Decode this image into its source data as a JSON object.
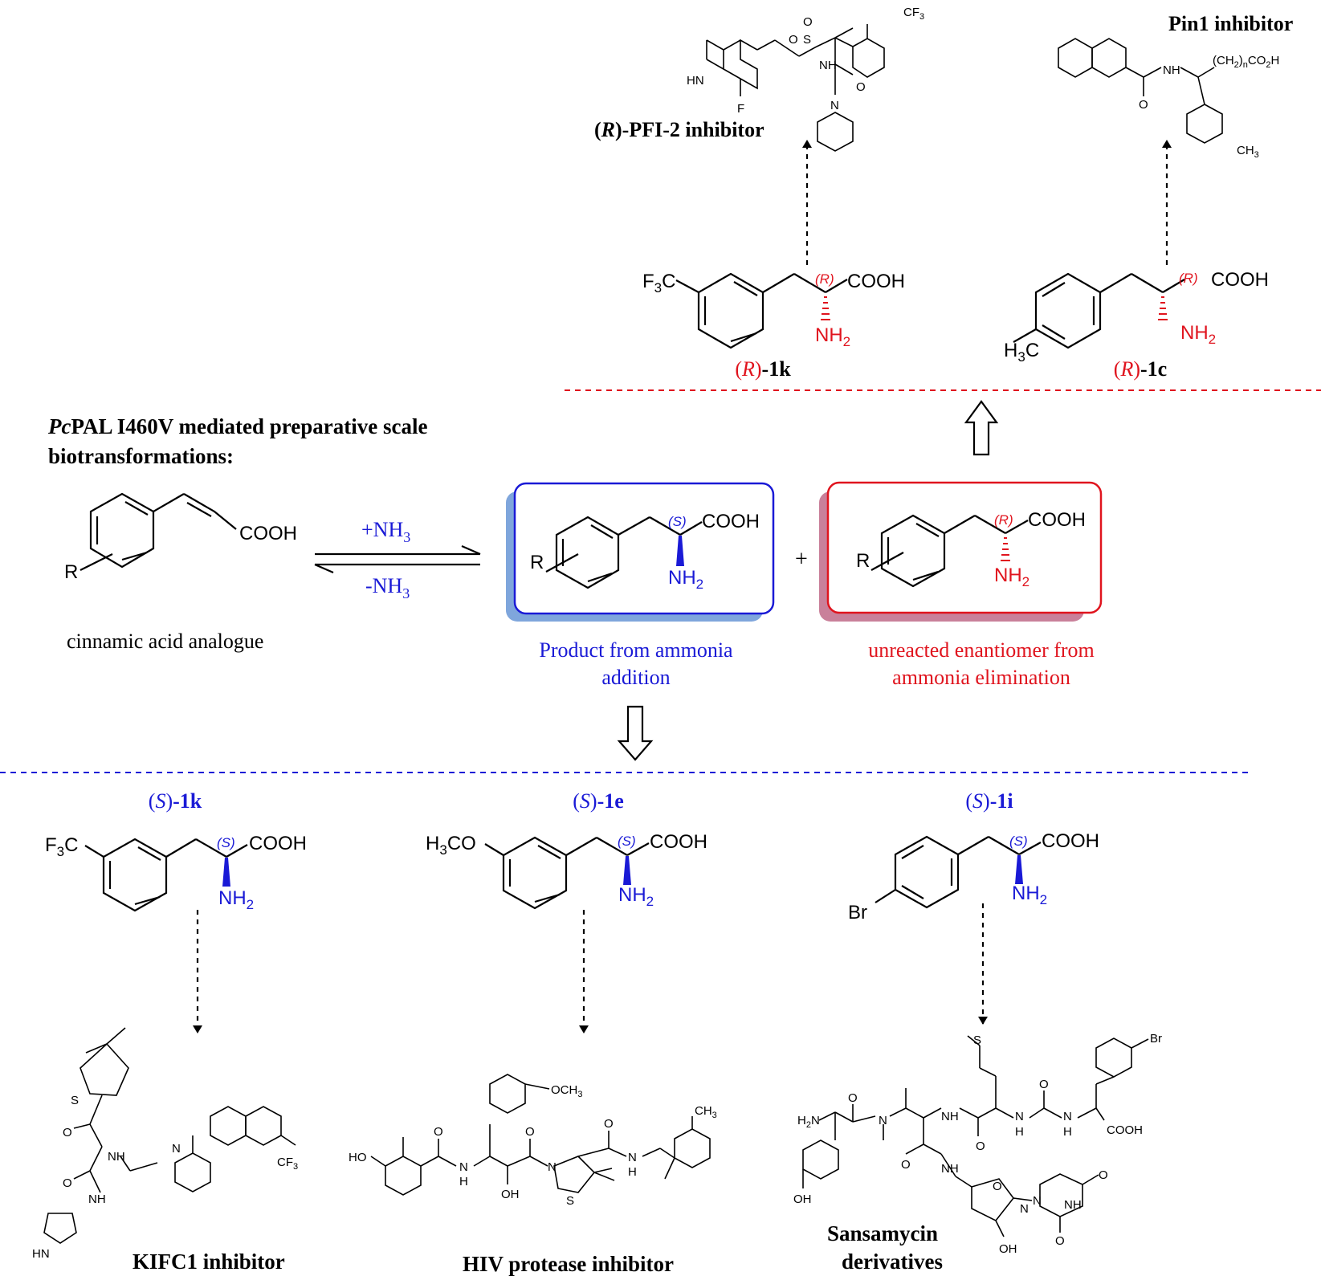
{
  "colors": {
    "blue": "#1a1ad6",
    "red": "#e0141e",
    "black": "#000000",
    "blue_shadow": "#7fa6dc",
    "red_shadow": "#c9809a"
  },
  "heading": {
    "prefix_italic": "Pc",
    "line1": "PAL I460V mediated preparative scale",
    "line2": "biotransformations:"
  },
  "equilibrium": {
    "forward_base": "+NH",
    "reverse_base": "-NH",
    "subscript": "3"
  },
  "substrate": {
    "acid_label": "COOH",
    "substituent": "R",
    "caption": "cinnamic acid analogue"
  },
  "s_product_box": {
    "stereo": "(S)",
    "acid": "COOH",
    "substituent": "R",
    "amine": "NH",
    "amine_sub": "2",
    "caption_line1": "Product from ammonia",
    "caption_line2": "addition"
  },
  "plus_sign": "+",
  "r_enantiomer_box": {
    "stereo": "(R)",
    "acid": "COOH",
    "substituent": "R",
    "amine": "NH",
    "amine_sub": "2",
    "caption_line1": "unreacted enantiomer from",
    "caption_line2": "ammonia elimination"
  },
  "r_products": [
    {
      "label_stereo": "R",
      "label_code": "-1k",
      "stereo": "(R)",
      "acid": "COOH",
      "substituent": "F",
      "substituent_sub": "3",
      "substituent_tail": "C",
      "amine": "NH",
      "amine_sub": "2",
      "target": "PFI-2 inhibitor",
      "target_stereo": "R"
    },
    {
      "label_stereo": "R",
      "label_code": "-1c",
      "stereo": "(R)",
      "acid": "COOH",
      "substituent": "H",
      "substituent_sub": "3",
      "substituent_tail": "C",
      "amine": "NH",
      "amine_sub": "2",
      "target": "Pin1 inhibitor"
    }
  ],
  "s_products": [
    {
      "label_stereo": "S",
      "label_code": "-1k",
      "stereo": "(S)",
      "acid": "COOH",
      "substituent": "F",
      "substituent_sub": "3",
      "substituent_tail": "C",
      "amine": "NH",
      "amine_sub": "2",
      "target": "KIFC1 inhibitor"
    },
    {
      "label_stereo": "S",
      "label_code": "-1e",
      "stereo": "(S)",
      "acid": "COOH",
      "substituent": "H",
      "substituent_sub": "3",
      "substituent_tail": "CO",
      "amine": "NH",
      "amine_sub": "2",
      "target": "HIV protease inhibitor"
    },
    {
      "label_stereo": "S",
      "label_code": "-1i",
      "stereo": "(S)",
      "acid": "COOH",
      "substituent": "Br",
      "amine": "NH",
      "amine_sub": "2",
      "target_line1": "Sansamycin",
      "target_line2": "derivatives"
    }
  ],
  "pfi2_atoms": {
    "o1": "O",
    "s": "S",
    "o2": "O",
    "nh": "NH",
    "hn": "HN",
    "f": "F",
    "o3": "O",
    "n": "N",
    "cf": "CF",
    "cf_sub": "3"
  },
  "pin1_atoms": {
    "nh": "NH",
    "o": "O",
    "chain": "(CH",
    "chain_sub": "2",
    "chain_n": "n",
    "co2h": "CO",
    "co2h_sub": "2",
    "co2h_tail": "H",
    "ch3": "CH",
    "ch3_sub": "3"
  },
  "kifc1_atoms": {
    "s": "S",
    "o1": "O",
    "nh1": "NH",
    "o2": "O",
    "nh2": "NH",
    "hn": "HN",
    "n": "N",
    "cf": "CF",
    "cf_sub": "3"
  },
  "hiv_atoms": {
    "ho": "HO",
    "o1": "O",
    "n1": "N",
    "h1": "H",
    "oh": "OH",
    "o2": "O",
    "n2": "N",
    "s": "S",
    "o3": "O",
    "n3": "N",
    "h3": "H",
    "och": "OCH",
    "och_sub": "3",
    "ch": "CH",
    "ch_sub": "3"
  },
  "sansa_atoms": {
    "h2n": "H",
    "h2n_sub": "2",
    "h2n_tail": "N",
    "o1": "O",
    "n1": "N",
    "nh1": "NH",
    "o2": "O",
    "o3": "O",
    "n2": "N",
    "h2": "H",
    "o4": "O",
    "n3": "N",
    "h3": "H",
    "nh2": "NH",
    "cooh": "COOH",
    "s": "S",
    "br": "Br",
    "oh1": "OH",
    "n4": "N",
    "o5": "O",
    "nh3": "NH",
    "o6": "O",
    "n5": "N",
    "o7": "O",
    "oh2": "OH"
  }
}
